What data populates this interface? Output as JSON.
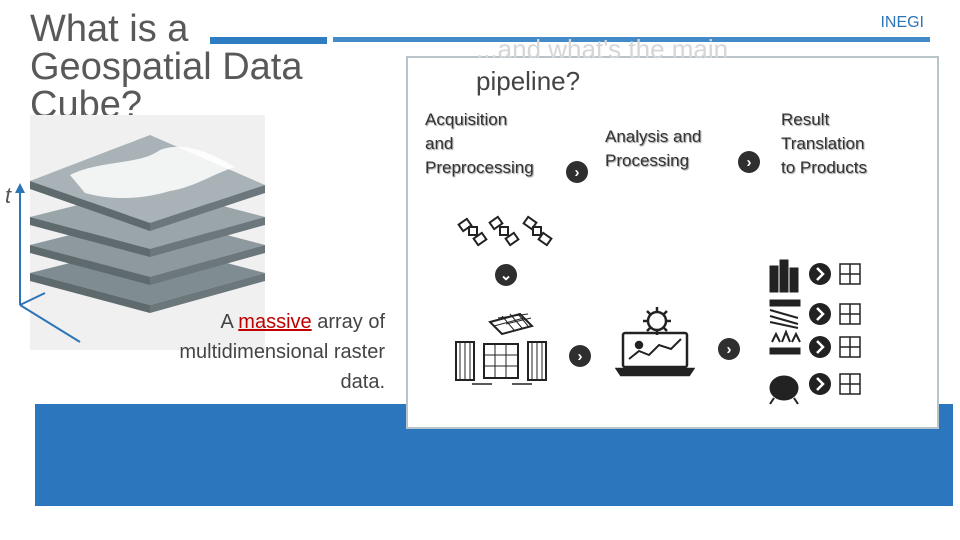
{
  "slide": {
    "title_left": [
      "What is a",
      "Geospatial Data",
      "Cube?"
    ],
    "title_right_ghost": "...and what's the main",
    "title_right": "pipeline?",
    "org": "INEGI",
    "axis_label": "t",
    "description_prefix": "A ",
    "description_highlight": "massive",
    "description_suffix_1": " array of",
    "description_line2": "multidimensional raster",
    "description_line3": "data.",
    "stages": [
      {
        "lines": [
          "Acquisition",
          "and",
          "Preprocessing"
        ]
      },
      {
        "lines": [
          "Analysis and",
          "Processing"
        ]
      },
      {
        "lines": [
          "Result",
          "Translation",
          "to Products"
        ]
      }
    ],
    "chevron_glyph": "›",
    "chevron_down_glyph": "⌄",
    "colors": {
      "accent": "#2e7dc2",
      "highlight": "#c00000",
      "panel_border": "#b8c4c9"
    }
  }
}
